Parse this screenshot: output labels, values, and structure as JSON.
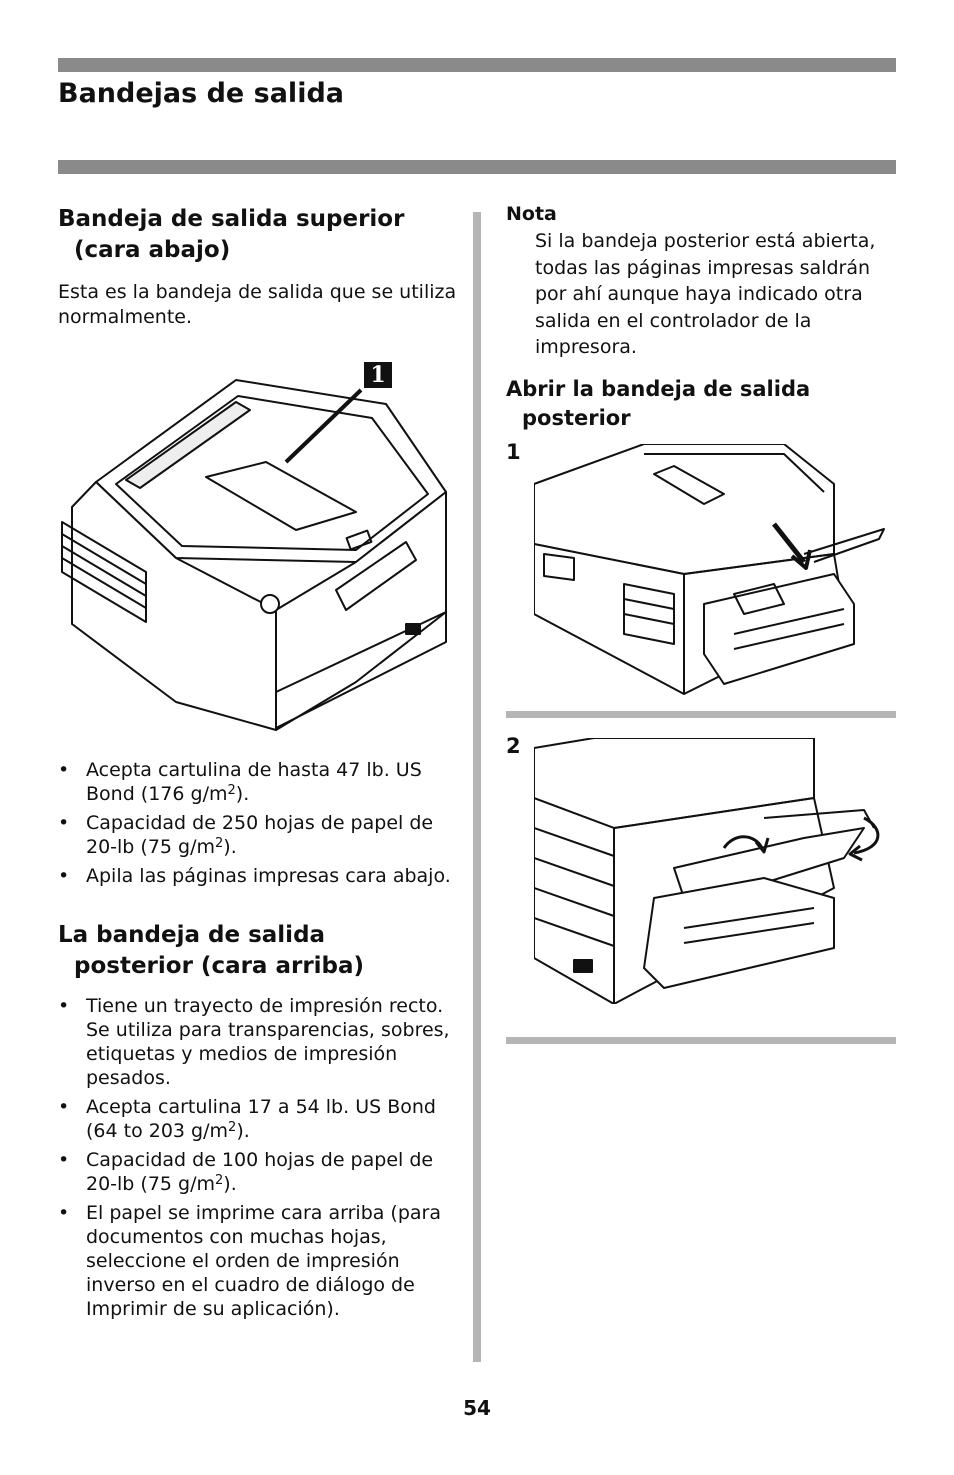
{
  "page": {
    "title": "Bandejas de salida",
    "number": "54"
  },
  "left": {
    "section1": {
      "heading_line1": "Bandeja de salida superior",
      "heading_line2": "(cara abajo)",
      "intro": "Esta es la bandeja de salida que se utiliza normalmente.",
      "callout": "1",
      "bullets": [
        {
          "text": "Acepta cartulina de hasta 47 lb. US Bond (176 g/m",
          "sup": "2",
          "tail": ")."
        },
        {
          "text": "Capacidad de 250 hojas de papel de 20-lb (75 g/m",
          "sup": "2",
          "tail": ")."
        },
        {
          "text": "Apila las páginas impresas cara abajo.",
          "sup": "",
          "tail": ""
        }
      ]
    },
    "section2": {
      "heading_line1": "La bandeja de salida",
      "heading_line2": "posterior (cara arriba)",
      "bullets": [
        {
          "text": "Tiene un trayecto de impresión recto. Se utiliza para transparencias, sobres, etiquetas y medios de impresión pesados.",
          "sup": "",
          "tail": ""
        },
        {
          "text": "Acepta cartulina 17 a 54 lb. US Bond (64 to 203 g/m",
          "sup": "2",
          "tail": ")."
        },
        {
          "text": "Capacidad de 100 hojas de papel de 20-lb (75 g/m",
          "sup": "2",
          "tail": ")."
        },
        {
          "text": "El papel se imprime cara arriba (para documentos con muchas hojas, seleccione el orden de impresión inverso en el cuadro de diálogo de Imprimir de su aplicación).",
          "sup": "",
          "tail": ""
        }
      ]
    }
  },
  "right": {
    "note_label": "Nota",
    "note_text": "Si la bandeja posterior está abierta, todas las páginas impresas saldrán por ahí aunque haya indicado otra salida en el controlador de la impresora.",
    "heading_line1": "Abrir la bandeja de salida",
    "heading_line2": "posterior",
    "step1": "1",
    "step2": "2"
  },
  "colors": {
    "bar": "#8a8a8a",
    "rule": "#b5b5b5"
  }
}
